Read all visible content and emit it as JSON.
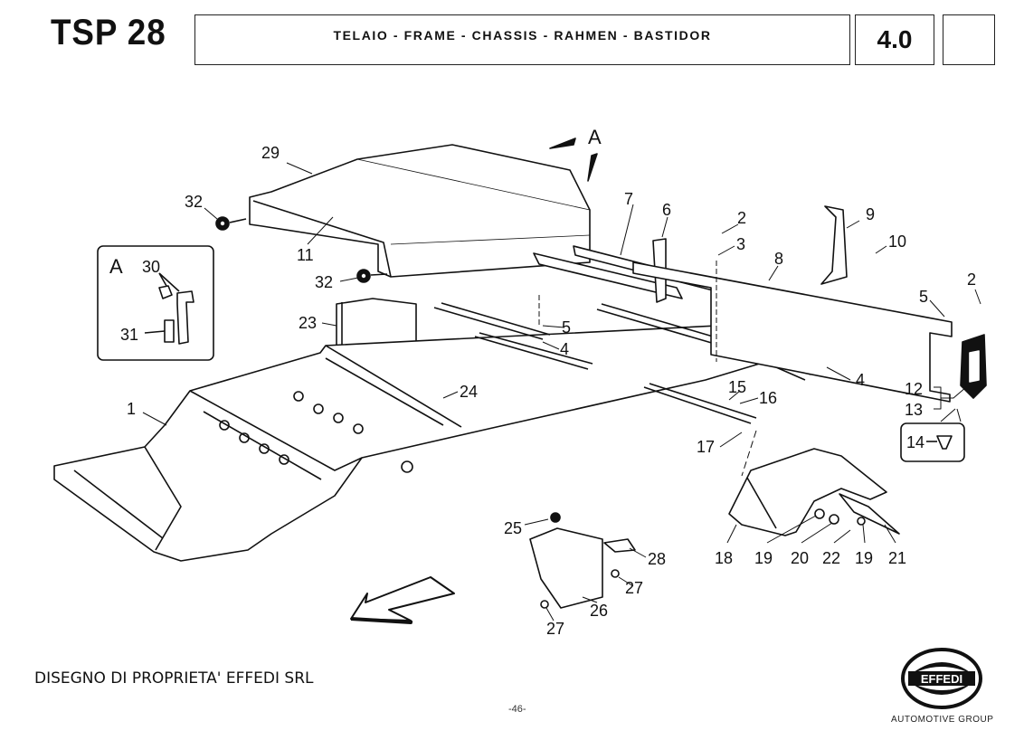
{
  "header": {
    "model": "TSP 28",
    "title": "TELAIO - FRAME - CHASSIS - RAHMEN - BASTIDOR",
    "section": "4.0",
    "blank": ""
  },
  "detail_inset": {
    "label": "A",
    "callouts": [
      "30",
      "31"
    ]
  },
  "view_marker": "A",
  "callouts": [
    "1",
    "2",
    "2",
    "3",
    "4",
    "4",
    "5",
    "5",
    "6",
    "7",
    "8",
    "9",
    "10",
    "11",
    "12",
    "13",
    "14",
    "15",
    "16",
    "17",
    "18",
    "19",
    "19",
    "20",
    "21",
    "22",
    "23",
    "24",
    "25",
    "26",
    "27",
    "27",
    "28",
    "29",
    "32",
    "32"
  ],
  "footer": {
    "ownership": "DISEGNO DI PROPRIETA' EFFEDI SRL",
    "page": "-46-",
    "logo_text": "EFFEDI",
    "logo_subtitle": "AUTOMOTIVE GROUP"
  }
}
